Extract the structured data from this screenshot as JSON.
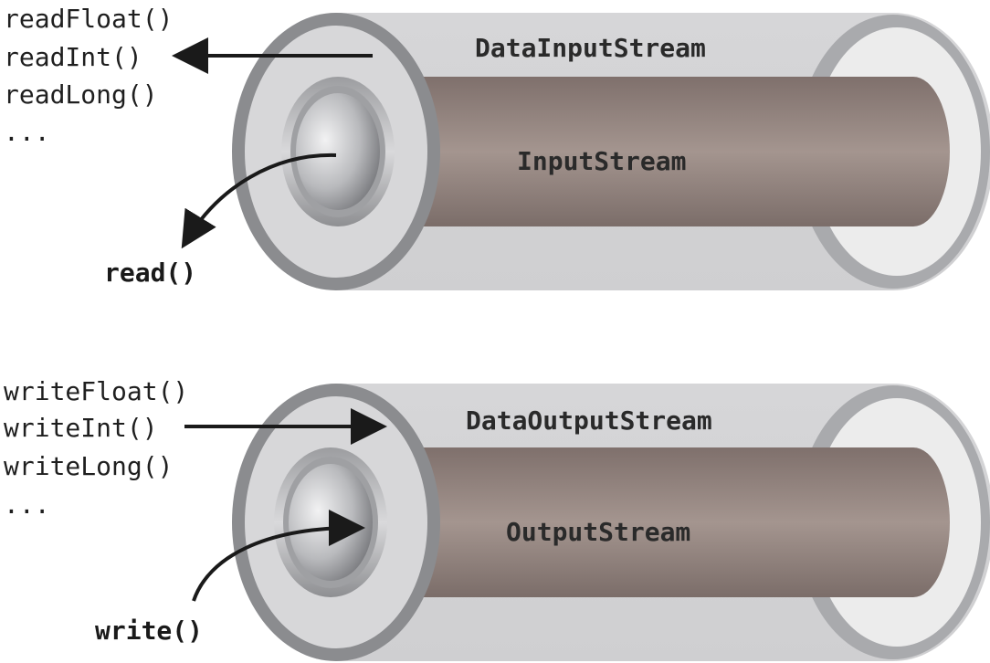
{
  "top": {
    "outer_label": "DataInputStream",
    "inner_label": "InputStream",
    "methods": [
      "readFloat()",
      "readInt()",
      "readLong()",
      "..."
    ],
    "call": "read()"
  },
  "bottom": {
    "outer_label": "DataOutputStream",
    "inner_label": "OutputStream",
    "methods": [
      "writeFloat()",
      "writeInt()",
      "writeLong()",
      "..."
    ],
    "call": "write()"
  },
  "colors": {
    "outer_tube": "#d3d3d5",
    "outer_rim": "#8a8b8e",
    "inner_tube": "#8d7f7b",
    "arrow": "#1a1a1a"
  }
}
